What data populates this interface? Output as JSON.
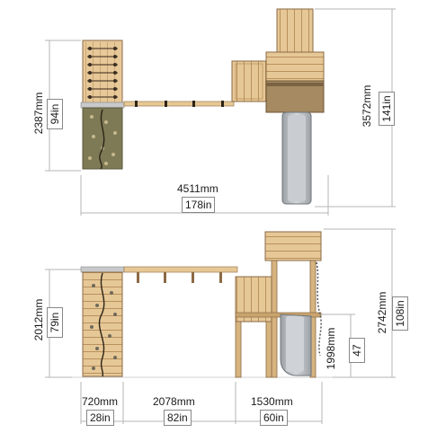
{
  "top_view": {
    "width_mm": "4511mm",
    "width_in": "178in",
    "left_height_mm": "2387mm",
    "left_height_in": "94in",
    "right_height_mm": "3572mm",
    "right_height_in": "141in"
  },
  "side_view": {
    "left_height_mm": "2012mm",
    "left_height_in": "79in",
    "platform_height_mm": "1998mm",
    "platform_height_in": "47",
    "total_height_mm": "2742mm",
    "total_height_in": "108in",
    "seg1_mm": "720mm",
    "seg1_in": "28in",
    "seg2_mm": "2078mm",
    "seg2_in": "82in",
    "seg3_mm": "1530mm",
    "seg3_in": "60in"
  },
  "colors": {
    "wood_light": "#e8c99a",
    "wood_mid": "#c9a46f",
    "wood_dark": "#8b6a45",
    "wall_green": "#7d7a55",
    "slide_grey": "#b8bcc0",
    "dim_line": "#b5b5b5"
  }
}
